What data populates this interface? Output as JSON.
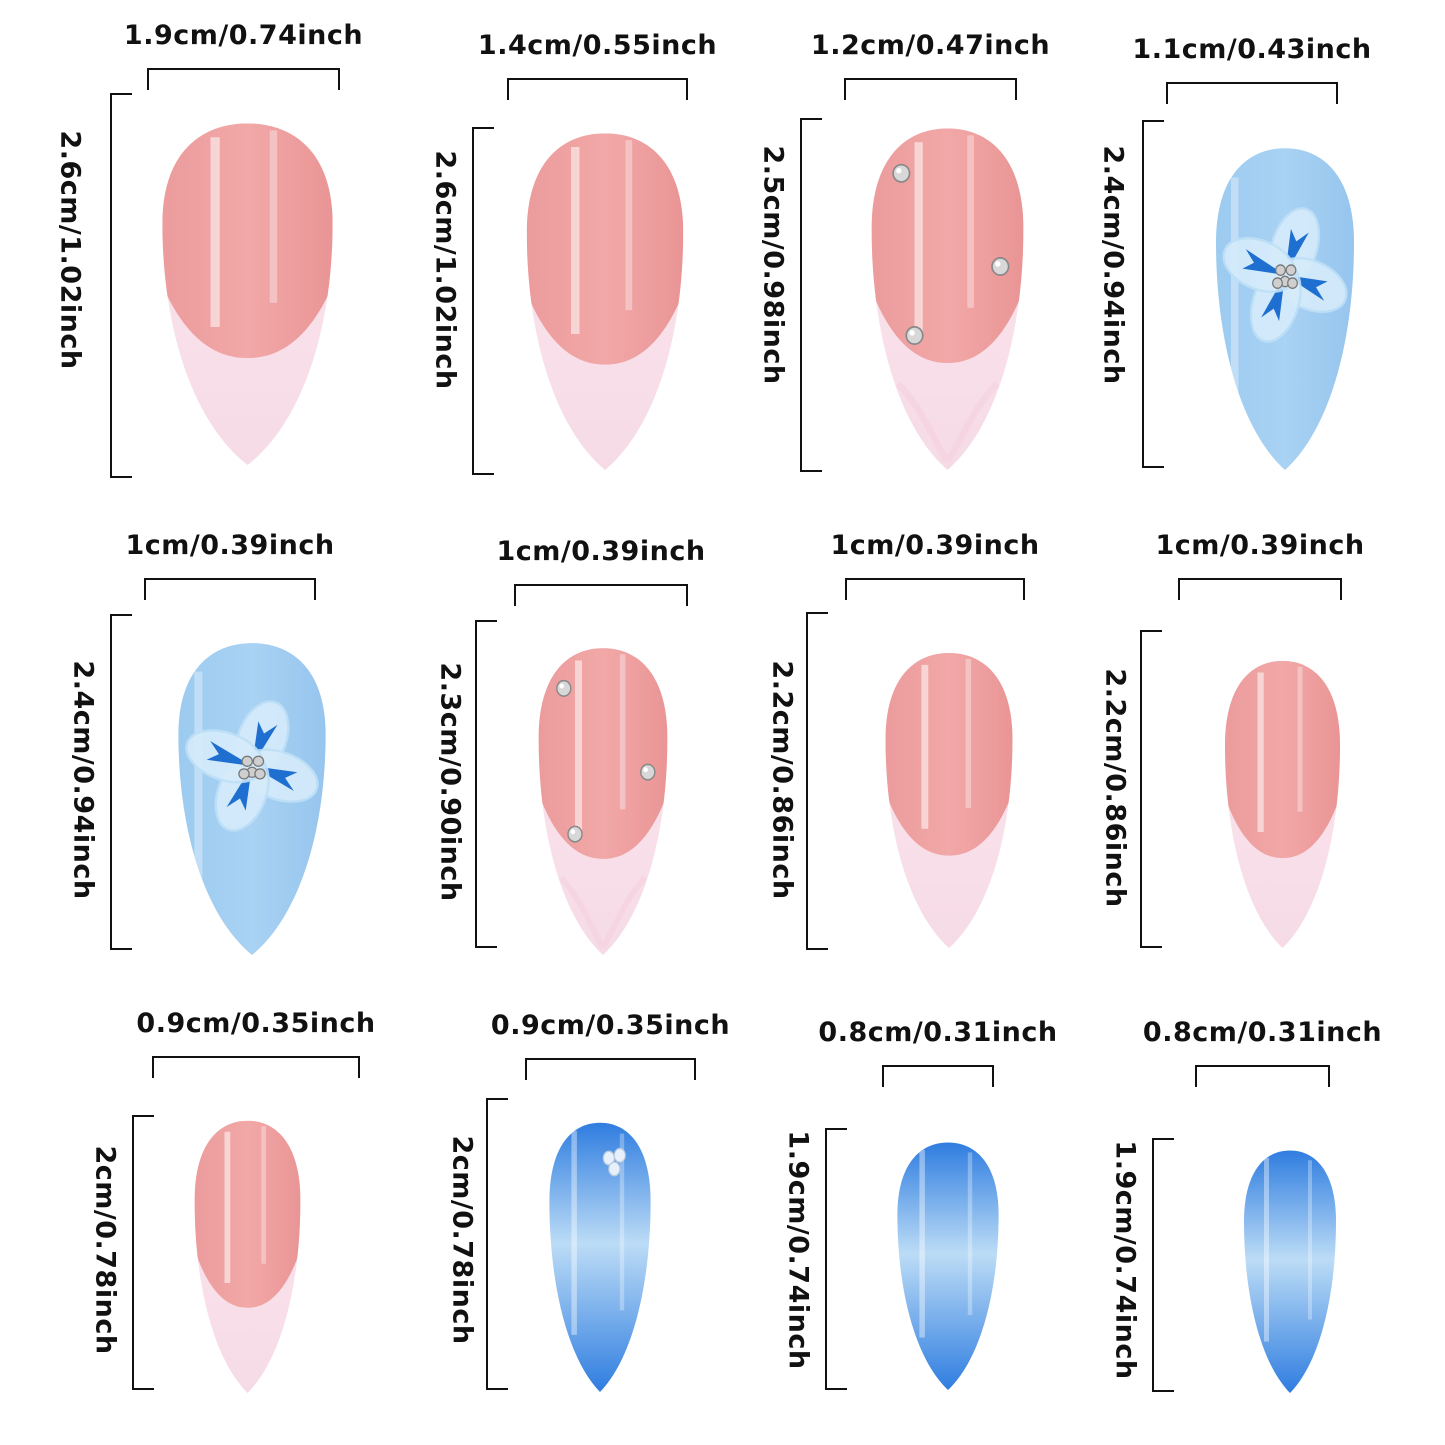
{
  "nails": [
    {
      "width_label": "1.9cm/0.74inch",
      "height_label": "2.6cm/1.02inch",
      "style": "french-pink"
    },
    {
      "width_label": "1.4cm/0.55inch",
      "height_label": "2.6cm/1.02inch",
      "style": "french-pink"
    },
    {
      "width_label": "1.2cm/0.47inch",
      "height_label": "2.5cm/0.98inch",
      "style": "pink-rhinestone"
    },
    {
      "width_label": "1.1cm/0.43inch",
      "height_label": "2.4cm/0.94inch",
      "style": "blue-flower"
    },
    {
      "width_label": "1cm/0.39inch",
      "height_label": "2.4cm/0.94inch",
      "style": "blue-flower"
    },
    {
      "width_label": "1cm/0.39inch",
      "height_label": "2.3cm/0.90inch",
      "style": "pink-rhinestone"
    },
    {
      "width_label": "1cm/0.39inch",
      "height_label": "2.2cm/0.86inch",
      "style": "french-pink"
    },
    {
      "width_label": "1cm/0.39inch",
      "height_label": "2.2cm/0.86inch",
      "style": "french-pink"
    },
    {
      "width_label": "0.9cm/0.35inch",
      "height_label": "2cm/0.78inch",
      "style": "french-pink"
    },
    {
      "width_label": "0.9cm/0.35inch",
      "height_label": "2cm/0.78inch",
      "style": "blue-gradient-pearl"
    },
    {
      "width_label": "0.8cm/0.31inch",
      "height_label": "1.9cm/0.74inch",
      "style": "blue-gradient"
    },
    {
      "width_label": "0.8cm/0.31inch",
      "height_label": "1.9cm/0.74inch",
      "style": "blue-gradient"
    }
  ],
  "colors": {
    "pink": "#f2a8a8",
    "tip": "#fbe6ee",
    "light_blue": "#a9d2f3",
    "flower_blue": "#1f6fd0",
    "gradient_blue": "#2f7de0"
  }
}
